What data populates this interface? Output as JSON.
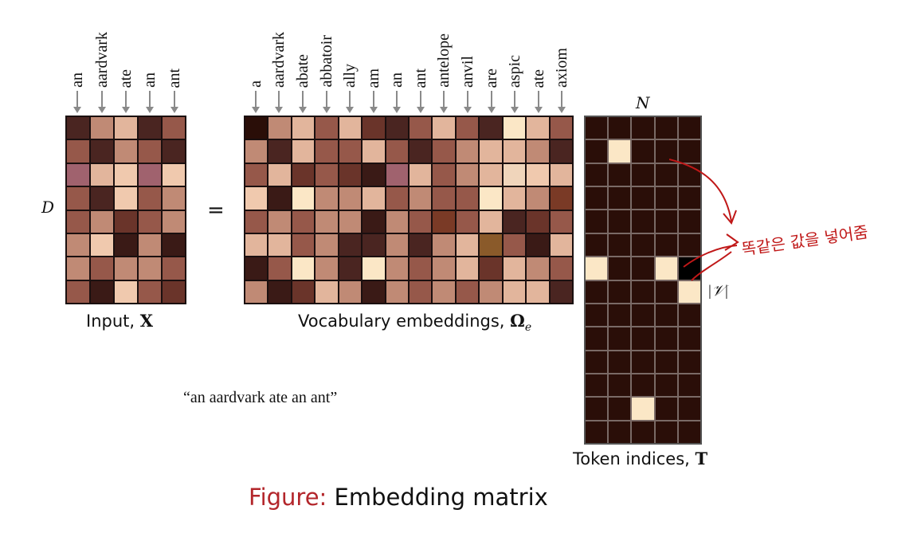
{
  "input": {
    "tokens": [
      "an",
      "aardvark",
      "ate",
      "an",
      "ant"
    ],
    "caption_prefix": "Input, ",
    "caption_symbol": "X",
    "colors": [
      [
        "#4a2521",
        "#c08a75",
        "#e2b59c",
        "#4a2521",
        "#96584a"
      ],
      [
        "#96584a",
        "#4a2521",
        "#c08a75",
        "#96584a",
        "#4a2521"
      ],
      [
        "#a0626e",
        "#e2b59c",
        "#f0c9ae",
        "#a0626e",
        "#f0c9ae"
      ],
      [
        "#96584a",
        "#4a2521",
        "#f0c9ae",
        "#96584a",
        "#c08a75"
      ],
      [
        "#96584a",
        "#c08a75",
        "#6a342a",
        "#96584a",
        "#c08a75"
      ],
      [
        "#c08a75",
        "#f0c9ae",
        "#3a1a16",
        "#c08a75",
        "#3a1a16"
      ],
      [
        "#c08a75",
        "#96584a",
        "#c08a75",
        "#c08a75",
        "#96584a"
      ],
      [
        "#96584a",
        "#3a1a16",
        "#f0c9ae",
        "#96584a",
        "#6a342a"
      ]
    ]
  },
  "equals": "=",
  "dim_label_D": "D",
  "vocab": {
    "words": [
      "a",
      "aardvark",
      "abate",
      "abbatoir",
      "ally",
      "am",
      "an",
      "ant",
      "antelope",
      "anvil",
      "are",
      "aspic",
      "ate",
      "axiom"
    ],
    "caption_prefix": "Vocabulary embeddings, ",
    "caption_symbol": "Ω",
    "caption_sub": "e",
    "colors": [
      [
        "#2a0e08",
        "#c08a75",
        "#e2b59c",
        "#96584a",
        "#e2b59c",
        "#6a342a",
        "#4a2521",
        "#96584a",
        "#e2b59c",
        "#96584a",
        "#4a2521",
        "#fbe7c6",
        "#e2b59c",
        "#96584a"
      ],
      [
        "#c08a75",
        "#4a2521",
        "#e2b59c",
        "#96584a",
        "#96584a",
        "#e2b59c",
        "#96584a",
        "#4a2521",
        "#96584a",
        "#c08a75",
        "#e2b59c",
        "#e2b59c",
        "#c08a75",
        "#4a2521"
      ],
      [
        "#96584a",
        "#e2b59c",
        "#6a342a",
        "#96584a",
        "#6a342a",
        "#3a1a16",
        "#a0626e",
        "#e2b59c",
        "#96584a",
        "#c08a75",
        "#e2b59c",
        "#f0d5bb",
        "#f0c9ae",
        "#e2b59c"
      ],
      [
        "#f0c9ae",
        "#3a1a16",
        "#fbe7c6",
        "#c08a75",
        "#c08a75",
        "#e2b59c",
        "#96584a",
        "#c08a75",
        "#96584a",
        "#96584a",
        "#fbe7c6",
        "#e2b59c",
        "#c08a75",
        "#7a3a26"
      ],
      [
        "#96584a",
        "#c08a75",
        "#96584a",
        "#c08a75",
        "#c08a75",
        "#3a1a16",
        "#c08a75",
        "#96584a",
        "#7a3a26",
        "#96584a",
        "#e2b59c",
        "#4a2521",
        "#6a342a",
        "#96584a"
      ],
      [
        "#e2b59c",
        "#e2b59c",
        "#96584a",
        "#c08a75",
        "#4a2521",
        "#4a2521",
        "#c08a75",
        "#4a2521",
        "#c08a75",
        "#e2b59c",
        "#8a5a2a",
        "#96584a",
        "#3a1a16",
        "#e2b59c"
      ],
      [
        "#3a1a16",
        "#96584a",
        "#fbe7c6",
        "#c08a75",
        "#4a2521",
        "#fbe7c6",
        "#c08a75",
        "#96584a",
        "#c08a75",
        "#e2b59c",
        "#6a342a",
        "#e2b59c",
        "#c08a75",
        "#96584a"
      ],
      [
        "#c08a75",
        "#3a1a16",
        "#6a342a",
        "#e2b59c",
        "#c08a75",
        "#3a1a16",
        "#c08a75",
        "#96584a",
        "#c08a75",
        "#96584a",
        "#c08a75",
        "#e2b59c",
        "#e2b59c",
        "#4a2521"
      ]
    ]
  },
  "sentence": "“an aardvark ate an ant”",
  "token_matrix": {
    "top_label": "N",
    "side_label": "|𝒱|",
    "caption_prefix": "Token indices, ",
    "caption_symbol": "T",
    "dark": "#2a0e08",
    "light": "#fbe7c6",
    "black": "#000000",
    "rows": 14,
    "cols": 5,
    "ones": [
      [
        1,
        1
      ],
      [
        6,
        0
      ],
      [
        6,
        3
      ],
      [
        7,
        4
      ],
      [
        12,
        2
      ]
    ],
    "black_cells": [
      [
        6,
        4
      ]
    ]
  },
  "annotation": {
    "handwritten_text": "똑같은 값을 넣어줌",
    "ink_color": "#c01818"
  },
  "figure_caption": {
    "prefix": "Figure:",
    "title": "Embedding matrix",
    "prefix_color": "#b3262b"
  }
}
